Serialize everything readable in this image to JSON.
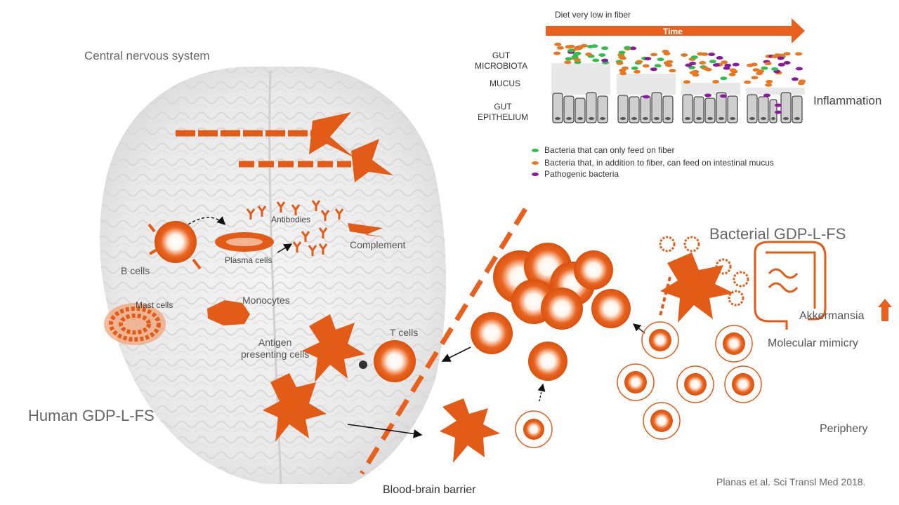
{
  "labels": {
    "cns": "Central nervous system",
    "human_gdp": "Human GDP-L-FS",
    "b_cells": "B cells",
    "plasma_cells": "Plasma cells",
    "antibodies": "Antibodies",
    "complement": "Complement",
    "mast_cells": "Mast cells",
    "monocytes": "Monocytes",
    "apc": "Antigen\npresenting cells",
    "t_cells": "T cells",
    "bbb": "Blood-brain barrier",
    "bacterial_gdp": "Bacterial GDP-L-FS",
    "akkermansia": "Akkermansia",
    "molecular_mimicry": "Molecular mimicry",
    "periphery": "Periphery",
    "citation": "Planas et al. Sci Transl Med 2018."
  },
  "inset": {
    "diet": "Diet very low in fiber",
    "time": "Time",
    "gut_microbiota": "GUT\nMICROBIOTA",
    "mucus": "MUCUS",
    "gut_epithelium": "GUT\nEPITHELIUM",
    "inflammation": "Inflammation"
  },
  "legend": [
    {
      "color": "#2fbf4a",
      "text": "Bacteria that can only feed on fiber"
    },
    {
      "color": "#e87722",
      "text": "Bacteria that, in addition to fiber, can feed on intestinal mucus"
    },
    {
      "color": "#8a1a9b",
      "text": "Pathogenic bacteria"
    }
  ],
  "colors": {
    "accent": "#e8601c",
    "cell": "#e25b17",
    "text": "#555555"
  }
}
